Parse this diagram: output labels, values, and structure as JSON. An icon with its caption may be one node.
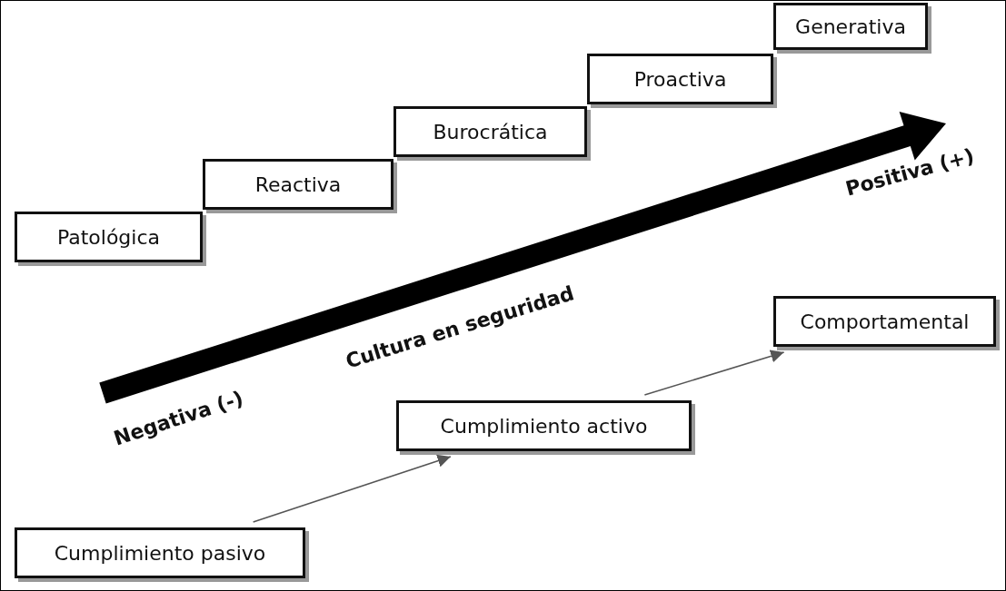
{
  "diagram": {
    "nodes": [
      {
        "text": [
          "Patológica"
        ]
      },
      {
        "text": [
          "Reactiva"
        ]
      },
      {
        "text": [
          "Burocrática"
        ]
      },
      {
        "text": [
          "Proactiva"
        ]
      },
      {
        "text": [
          "Generativa"
        ]
      },
      {
        "text": [
          "Cumplimiento pasivo"
        ]
      },
      {
        "text": [
          "Cumplimiento activo"
        ]
      },
      {
        "text": [
          "Comportamental"
        ]
      },
      {
        "text": [
          "Negativa (-)"
        ]
      },
      {
        "text": [
          "Positiva (+)"
        ]
      }
    ],
    "edges": [
      {
        "from": 5,
        "to": 6,
        "arrow": "to"
      },
      {
        "from": 6,
        "to": 7,
        "arrow": "to"
      },
      {
        "from": 8,
        "to": 9,
        "arrow": "to",
        "style": "thick",
        "label": "Cultura en seguridad"
      }
    ]
  }
}
